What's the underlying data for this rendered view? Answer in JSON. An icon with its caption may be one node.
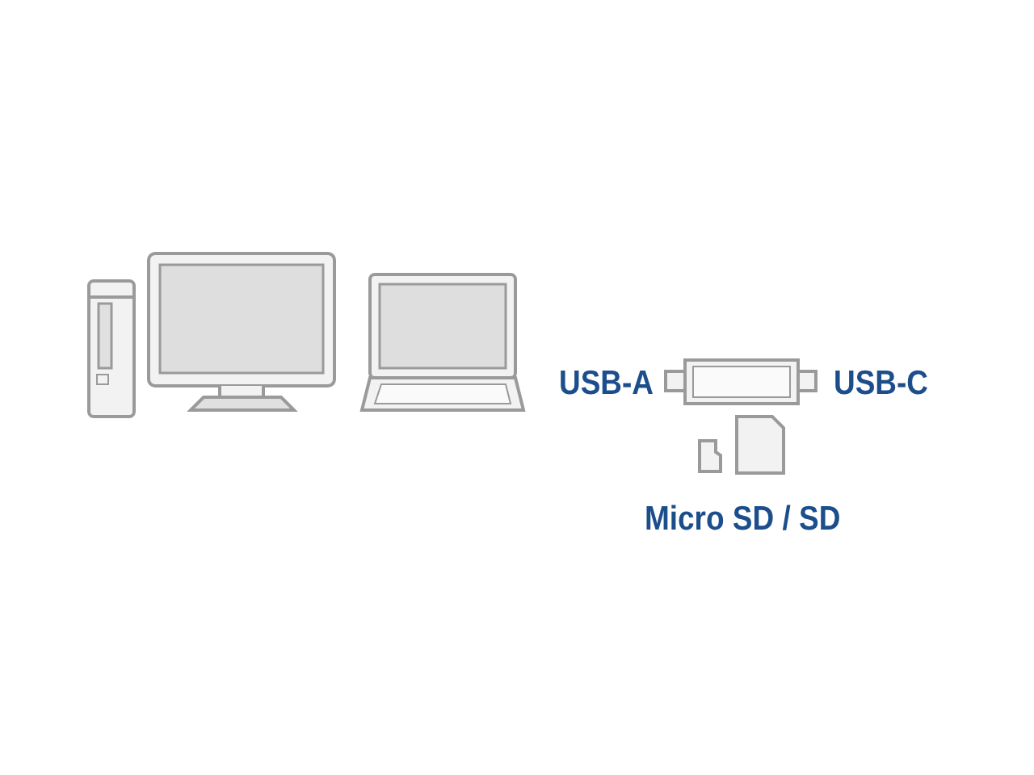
{
  "diagram": {
    "labels": [
      "USB-A",
      "USB-C",
      "Micro SD / SD"
    ]
  }
}
